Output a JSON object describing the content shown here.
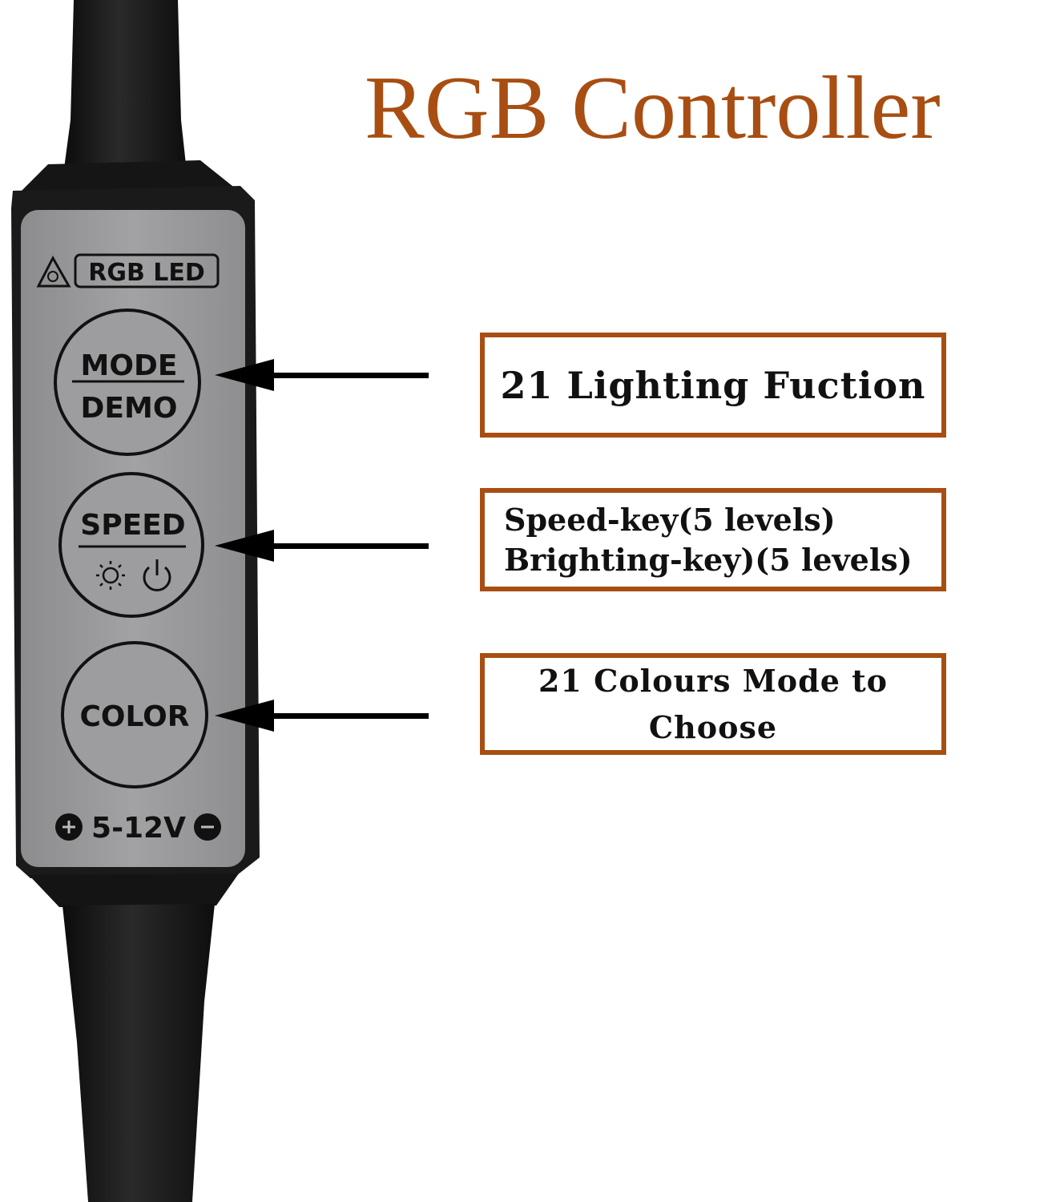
{
  "title": "RGB Controller",
  "controller": {
    "brand_label": "RGB LED",
    "mode_button": {
      "top": "MODE",
      "bottom": "DEMO"
    },
    "speed_button": {
      "top": "SPEED",
      "icons": [
        "sun-icon",
        "power-icon"
      ]
    },
    "color_button": {
      "label": "COLOR"
    },
    "voltage_label": "5-12V",
    "colors": {
      "body": "#9a9a9c",
      "cable": "#161616",
      "shell": "#1a1a1a"
    }
  },
  "callouts": [
    {
      "lines": [
        "21 Lighting Fuction"
      ]
    },
    {
      "lines": [
        "Speed-key(5 levels)",
        "Brighting-key)(5 levels)"
      ]
    },
    {
      "lines": [
        "21 Colours Mode to",
        "Choose"
      ]
    }
  ],
  "accent_color": "#a84e12"
}
